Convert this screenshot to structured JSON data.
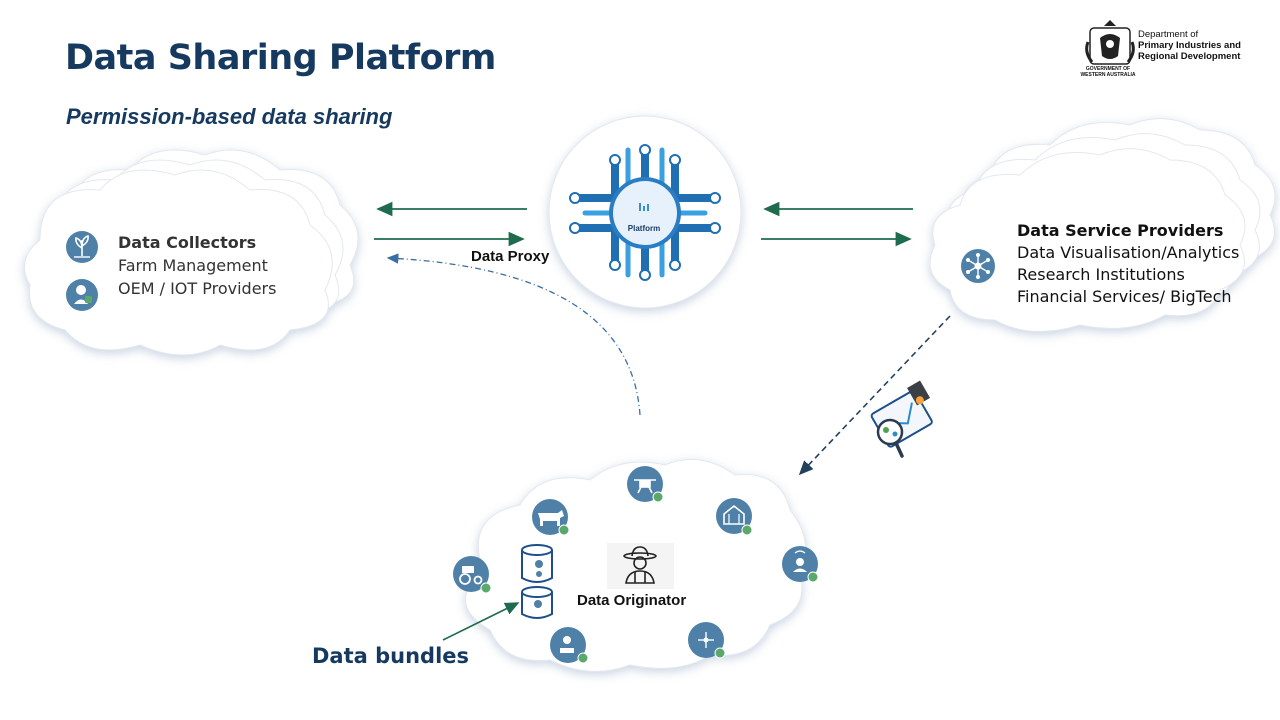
{
  "header": {
    "title": "Data Sharing Platform",
    "subtitle": "Permission-based data sharing"
  },
  "logo": {
    "line1": "Department of",
    "line2": "Primary Industries and",
    "line3": "Regional Development",
    "gov_line1": "GOVERNMENT OF",
    "gov_line2": "WESTERN AUSTRALIA"
  },
  "data_collectors": {
    "heading": "Data Collectors",
    "items": [
      "Farm Management",
      "OEM / IOT Providers"
    ]
  },
  "data_service_providers": {
    "heading": "Data Service Providers",
    "items": [
      "Data Visualisation/Analytics",
      "Research Institutions",
      "Financial Services/ BigTech"
    ]
  },
  "platform": {
    "label": "Platform",
    "proxy_label": "Data Proxy"
  },
  "originator": {
    "label": "Data Originator",
    "bundles_label": "Data bundles",
    "device_icons": [
      "drone-icon",
      "cow-icon",
      "greenhouse-icon",
      "tractor-icon",
      "sensor-icon",
      "soil-probe-icon",
      "network-node-icon"
    ]
  },
  "colors": {
    "title": "#16395f",
    "arrow_green": "#1e6b4e",
    "arrow_dashed": "#24405f",
    "icon_blue": "#4f81a8",
    "platform_blue": "#1f7fc2",
    "badge_green": "#5aa86a"
  }
}
